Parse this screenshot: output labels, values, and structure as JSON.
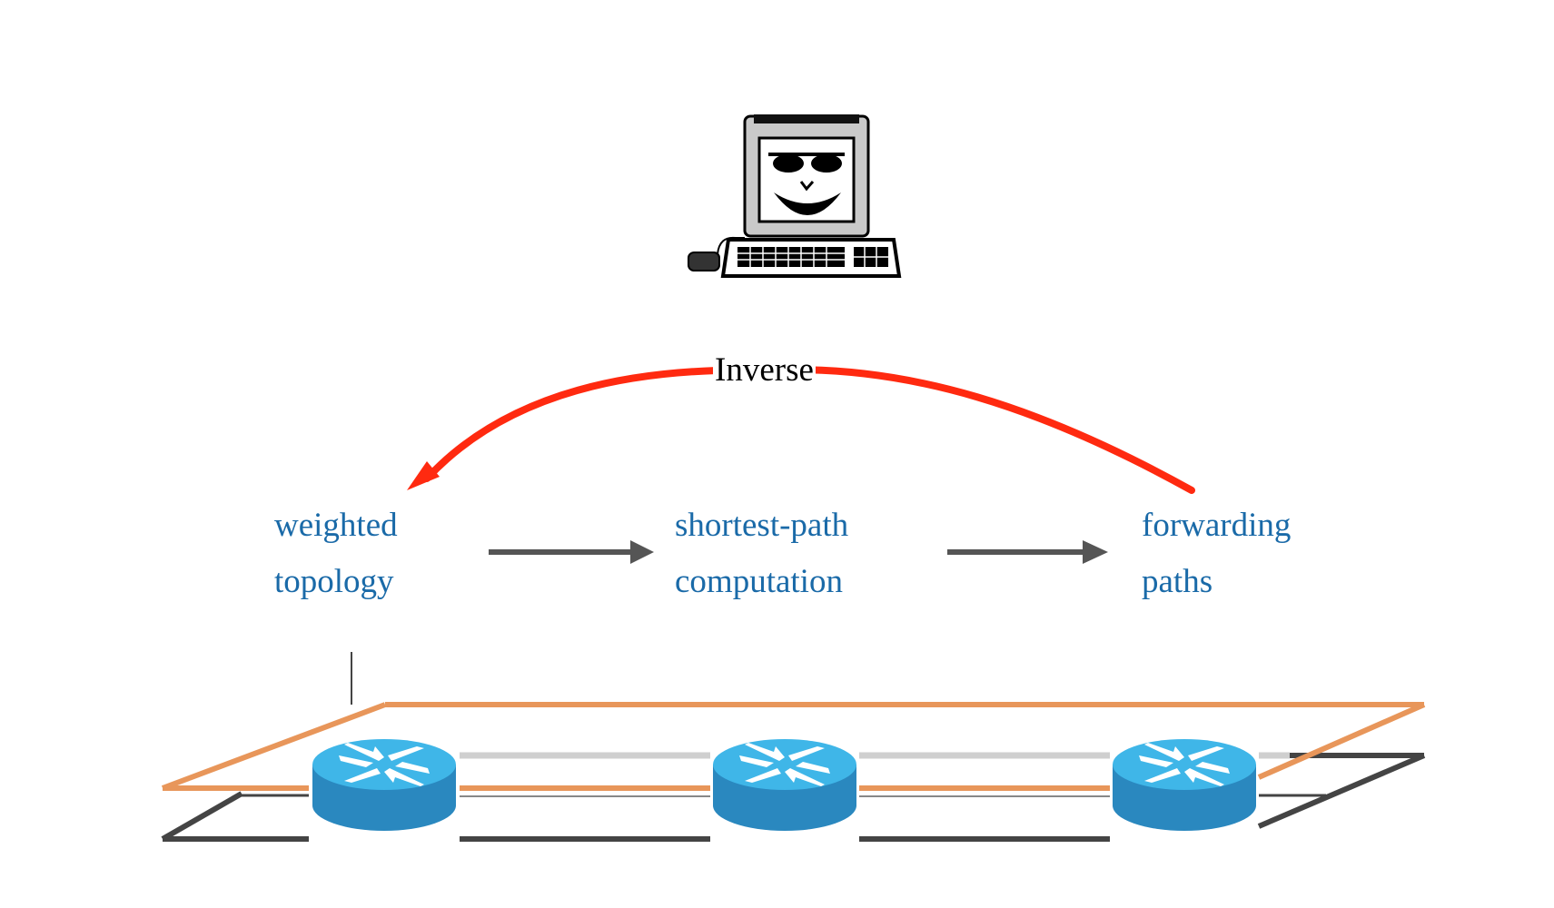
{
  "diagram": {
    "inverse_label": "Inverse",
    "stages": [
      {
        "id": "weighted-topology",
        "line1": "weighted",
        "line2": "topology"
      },
      {
        "id": "shortest-path-computation",
        "line1": "shortest-path",
        "line2": "computation"
      },
      {
        "id": "forwarding-paths",
        "line1": "forwarding",
        "line2": "paths"
      }
    ],
    "icons": {
      "operator": "smiling-computer-icon",
      "router": "router-icon"
    },
    "colors": {
      "label_text": "#1a6aa8",
      "inverse_arrow": "#ff2a10",
      "process_arrow": "#555555",
      "overlay_plane": "#e8965a",
      "physical_plane": "#444444",
      "router_top": "#3fb6e8",
      "router_side": "#2a88bf"
    }
  }
}
